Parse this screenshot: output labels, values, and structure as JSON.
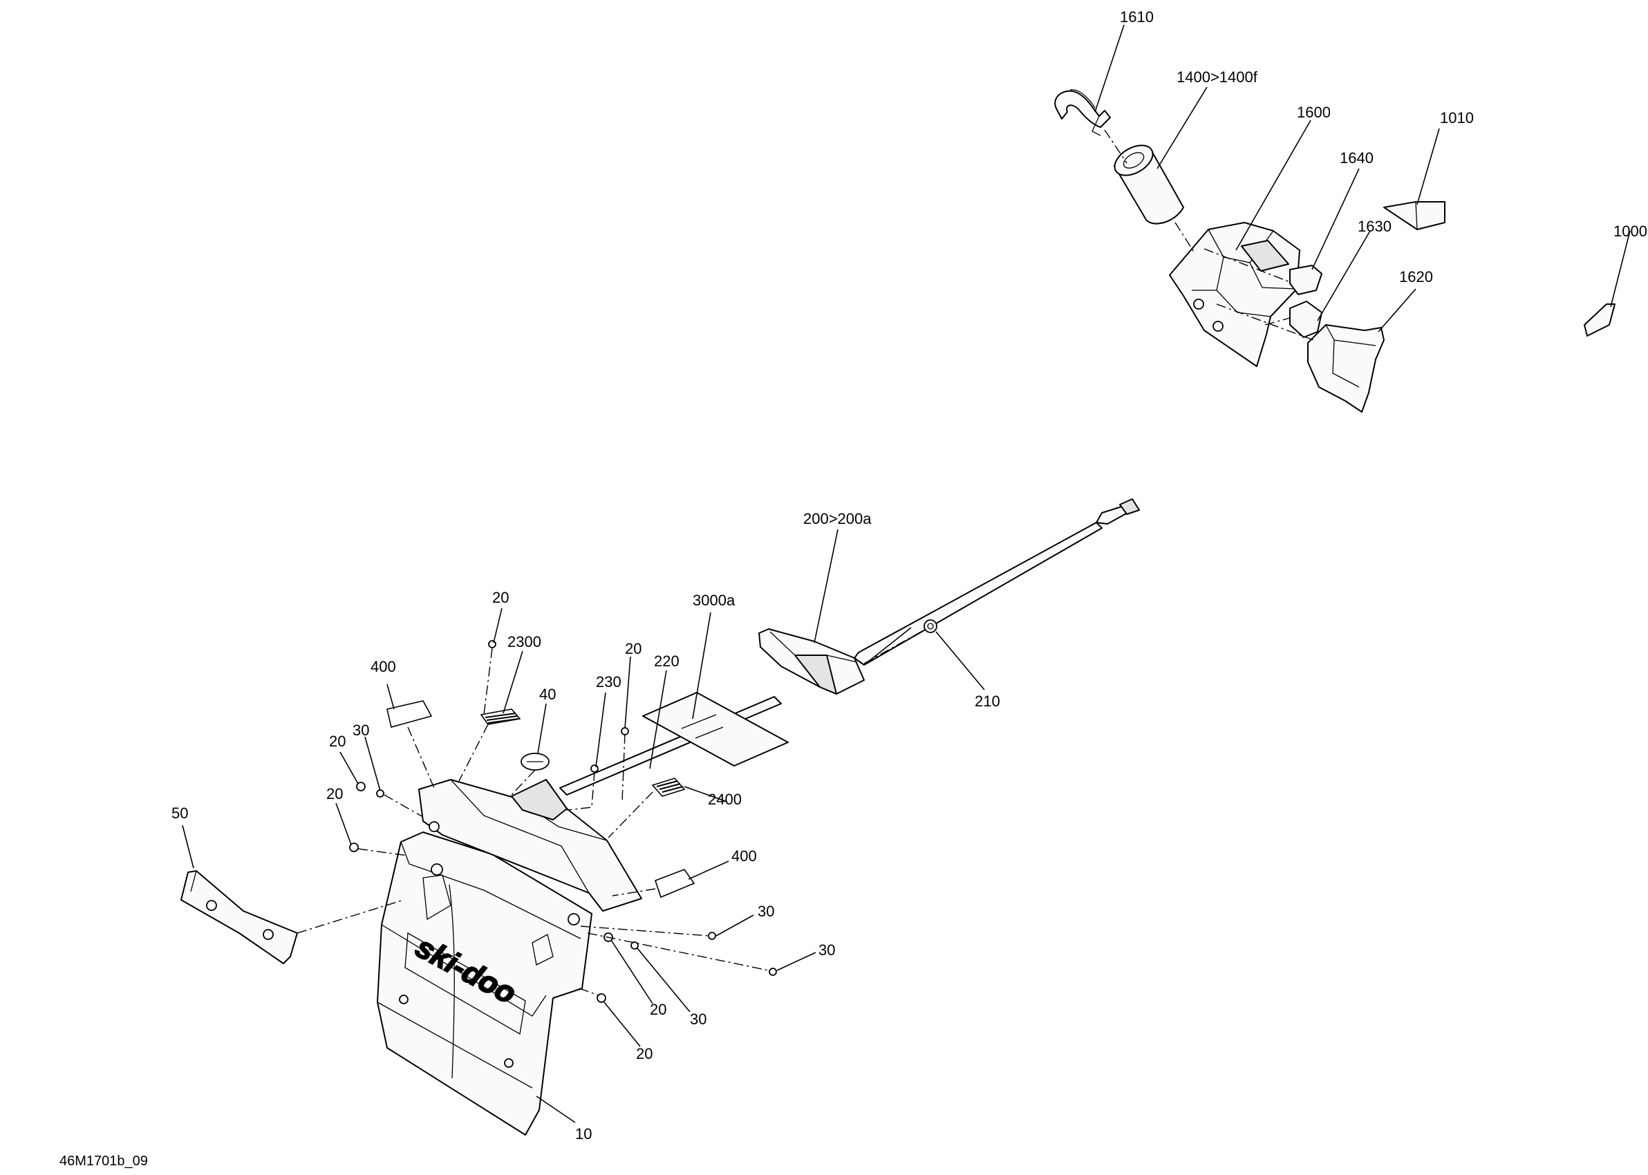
{
  "figure_id": "46M1701b_09",
  "callouts": [
    "1610",
    "1400>1400f",
    "1600",
    "1010",
    "1640",
    "1630",
    "1000",
    "1620",
    "200>200a",
    "3000a",
    "20",
    "2300",
    "400",
    "20",
    "220",
    "40",
    "230",
    "30",
    "20",
    "20",
    "2400",
    "400",
    "50",
    "30",
    "30",
    "20",
    "30",
    "20",
    "210",
    "10"
  ],
  "logo": {
    "text": "ski-doo"
  }
}
